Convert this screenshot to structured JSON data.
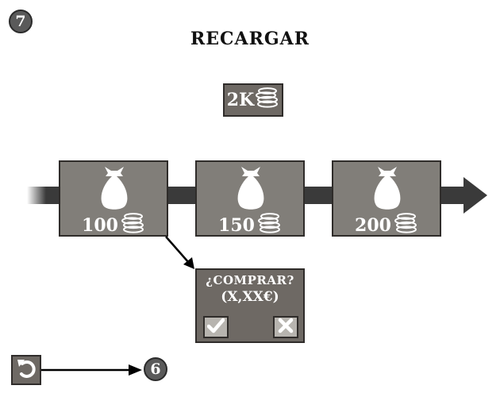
{
  "step_badge": "7",
  "title": "RECARGAR",
  "balance": {
    "amount": "2K",
    "icon": "coins-icon"
  },
  "packs": [
    {
      "price": "100",
      "icon": "money-bag-icon",
      "currency_icon": "coins-icon"
    },
    {
      "price": "150",
      "icon": "money-bag-icon",
      "currency_icon": "coins-icon"
    },
    {
      "price": "200",
      "icon": "money-bag-icon",
      "currency_icon": "coins-icon"
    }
  ],
  "confirm_dialog": {
    "question": "¿COMPRAR?",
    "price": "(X,XX€)",
    "accept_icon": "checkmark-icon",
    "cancel_icon": "close-icon"
  },
  "back_button": {
    "icon": "undo-arrow-icon",
    "target_step": "6"
  },
  "colors": {
    "panel": "#6e6964",
    "pack_tile": "#817e79",
    "border": "#2f2c2a",
    "arrow": "#3a3a3a",
    "button_light": "#b7b4af"
  }
}
